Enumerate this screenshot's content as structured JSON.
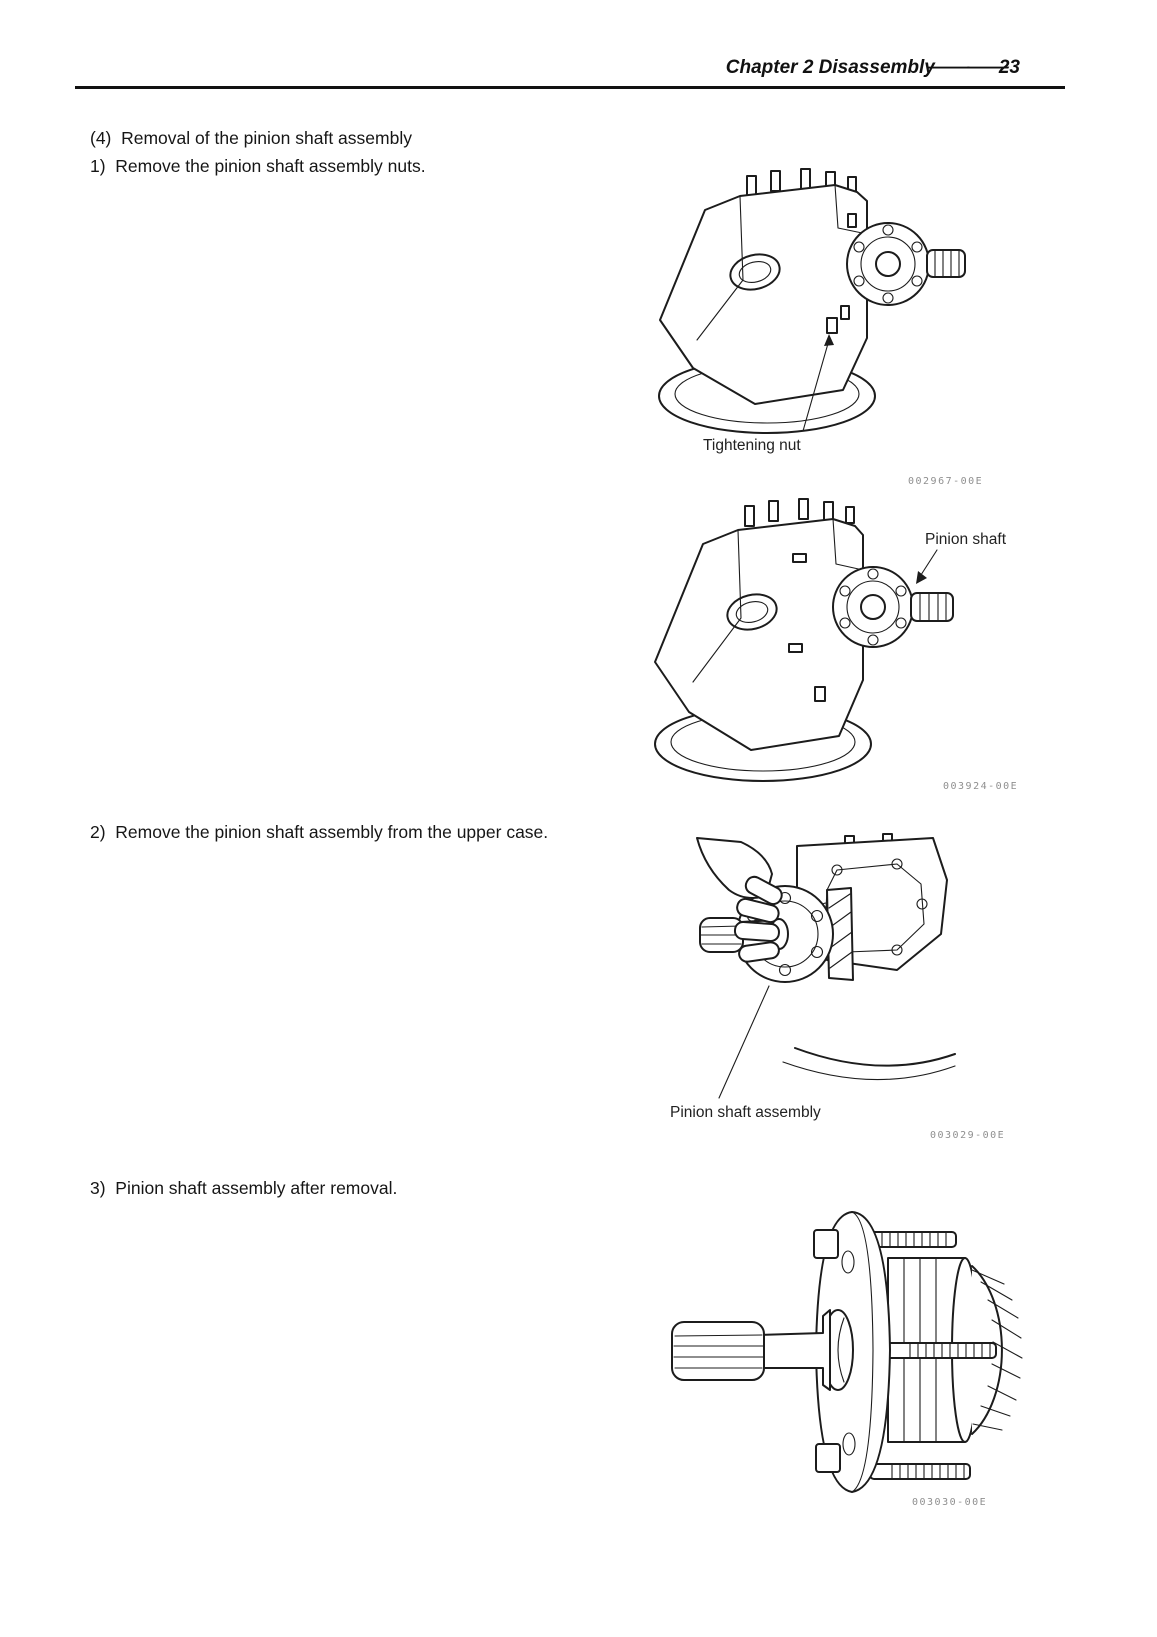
{
  "header": {
    "title": "Chapter 2  Disassembly",
    "separator": "——",
    "page_number": "23"
  },
  "content": {
    "section_heading": "(4)  Removal of the pinion shaft assembly",
    "steps": [
      {
        "text": "1)  Remove the pinion shaft assembly nuts."
      },
      {
        "text": "2)  Remove the pinion shaft assembly from the upper case."
      },
      {
        "text": "3)  Pinion shaft assembly after removal."
      }
    ]
  },
  "figures": [
    {
      "subject": "upper gearcase with tightening nut",
      "callout": "Tightening nut",
      "code": "002967-00E"
    },
    {
      "subject": "upper gearcase with pinion shaft",
      "callout": "Pinion shaft",
      "code": "003924-00E"
    },
    {
      "subject": "hand removing pinion shaft assembly from upper case",
      "callout": "Pinion shaft assembly",
      "code": "003029-00E"
    },
    {
      "subject": "pinion shaft assembly after removal",
      "callout": "",
      "code": "003030-00E"
    }
  ]
}
